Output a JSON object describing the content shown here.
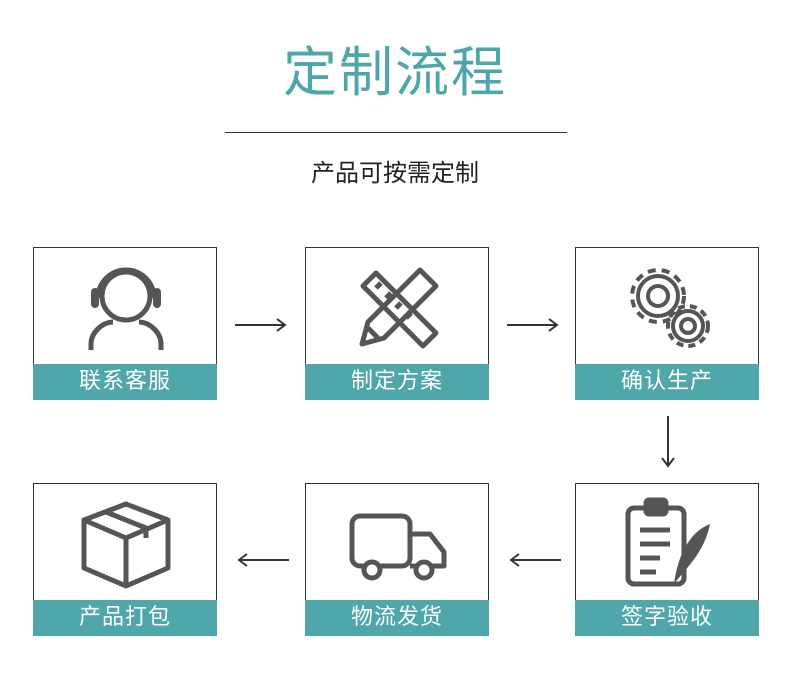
{
  "title": "定制流程",
  "subtitle": "产品可按需定制",
  "steps": [
    {
      "label": "联系客服",
      "icon": "headset-person-icon"
    },
    {
      "label": "制定方案",
      "icon": "pencil-ruler-icon"
    },
    {
      "label": "确认生产",
      "icon": "gears-icon"
    },
    {
      "label": "签字验收",
      "icon": "clipboard-quill-icon"
    },
    {
      "label": "物流发货",
      "icon": "truck-icon"
    },
    {
      "label": "产品打包",
      "icon": "box-icon"
    }
  ],
  "colors": {
    "accent": "#4fa7a9",
    "icon": "#555555"
  }
}
